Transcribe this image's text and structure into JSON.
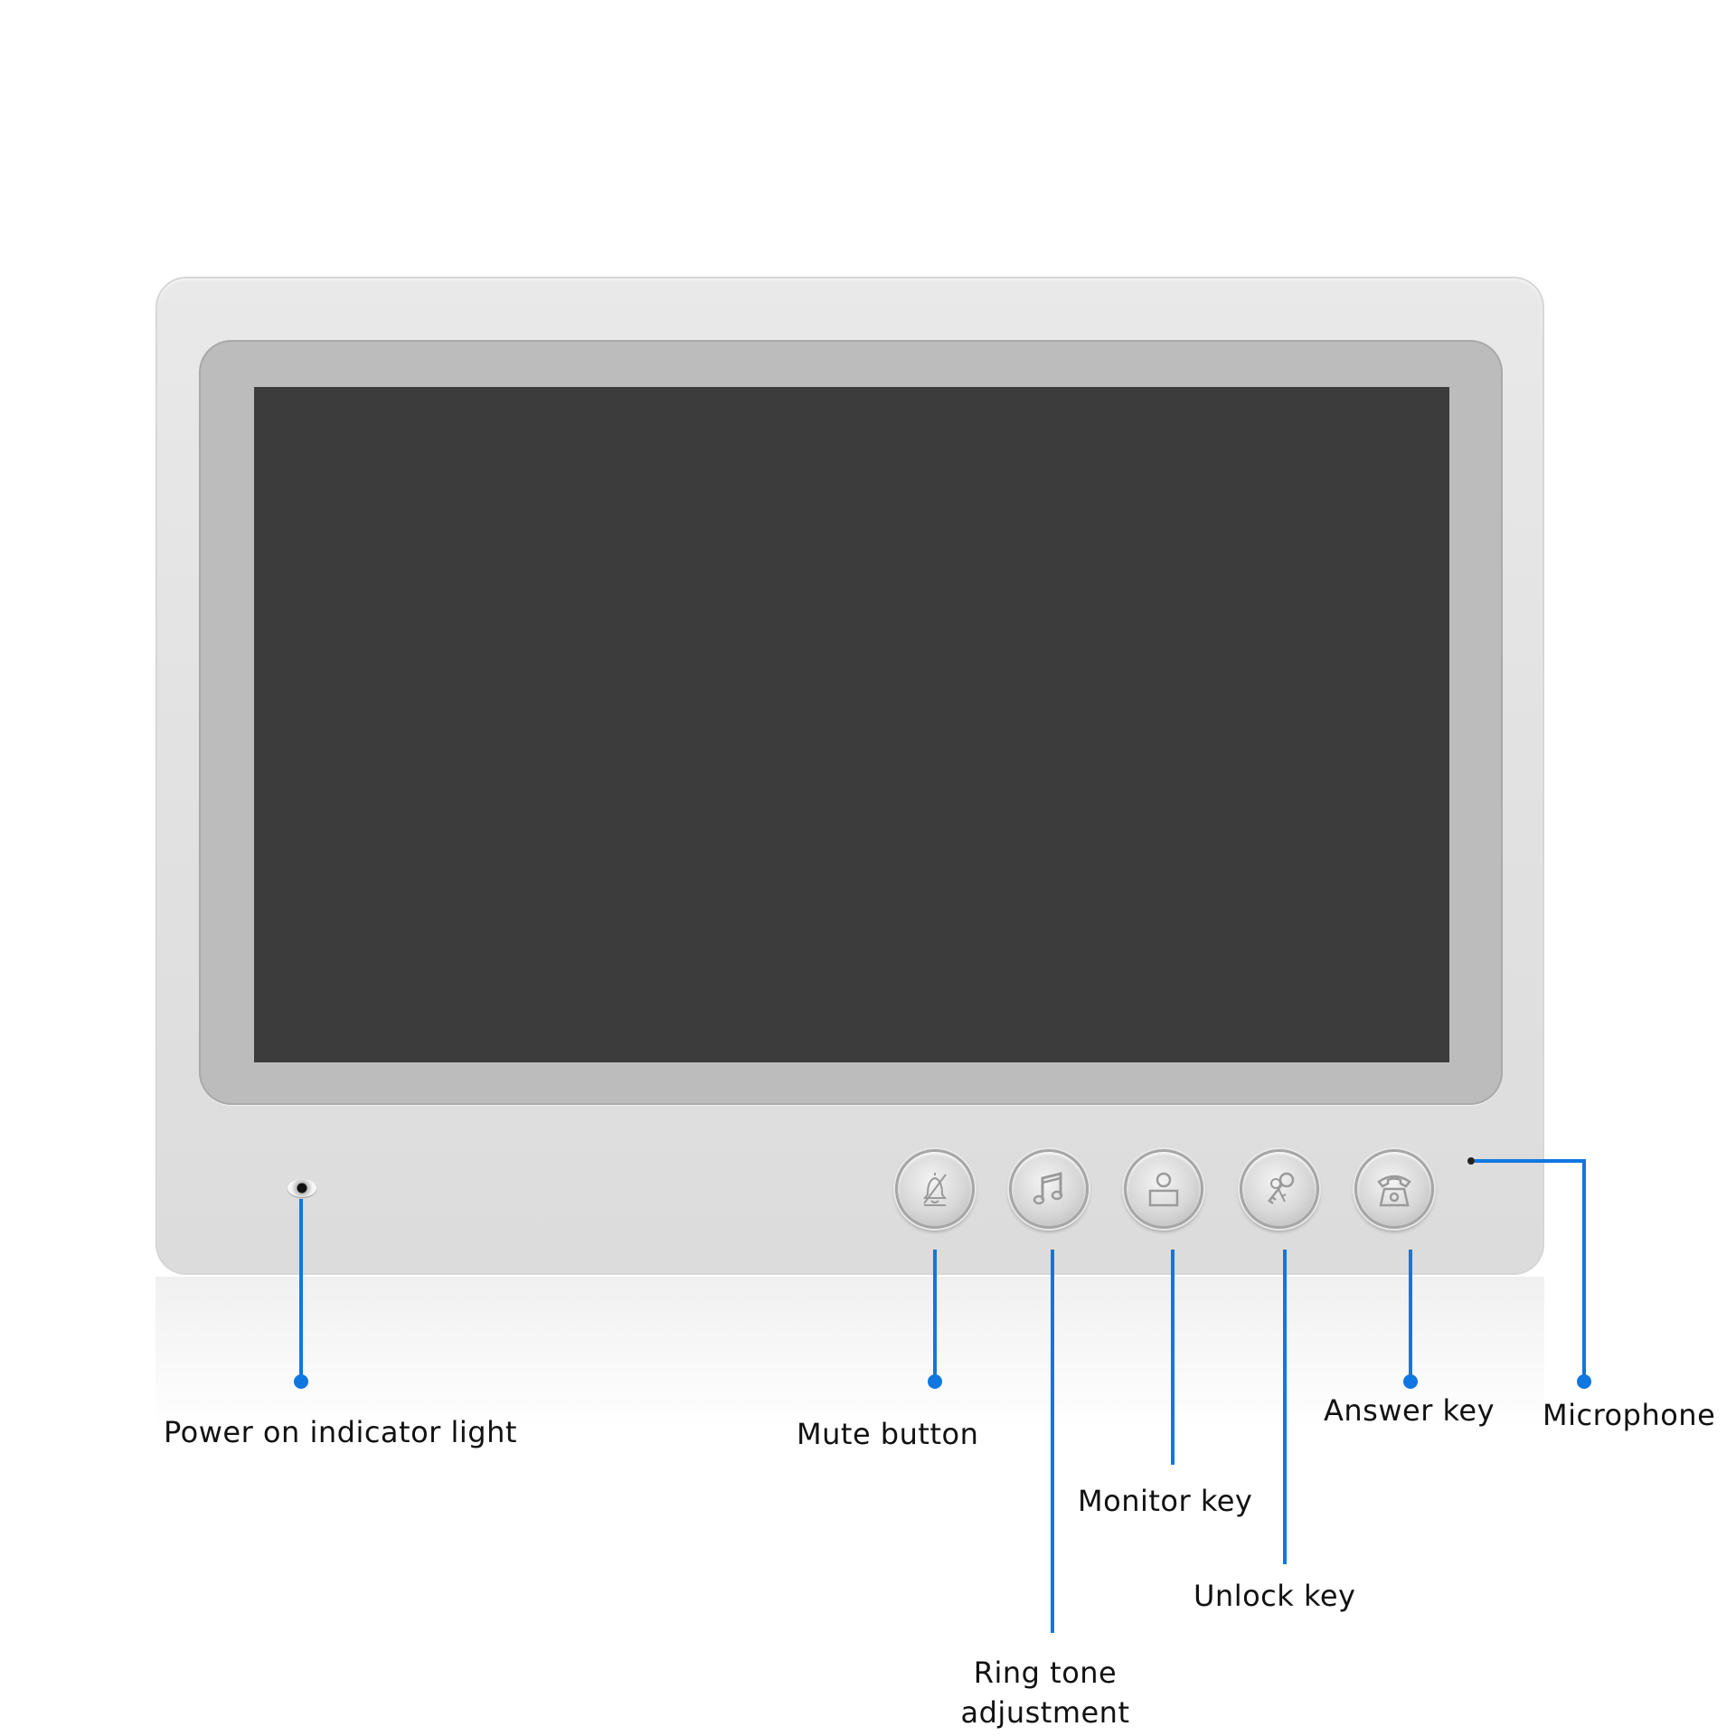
{
  "labels": {
    "power_indicator": "Power on indicator light",
    "mute": "Mute button",
    "ring_tone_line1": "Ring tone",
    "ring_tone_line2": "adjustment",
    "monitor": "Monitor key",
    "unlock": "Unlock key",
    "answer": "Answer key",
    "microphone": "Microphone"
  },
  "colors": {
    "callout": "#1177e0",
    "screen": "#3c3c3c",
    "bezel": "#bcbcbc",
    "body": "#e3e3e3"
  },
  "buttons": [
    {
      "icon": "bell-off-icon"
    },
    {
      "icon": "music-note-icon"
    },
    {
      "icon": "monitor-person-icon"
    },
    {
      "icon": "keys-icon"
    },
    {
      "icon": "telephone-icon"
    }
  ]
}
